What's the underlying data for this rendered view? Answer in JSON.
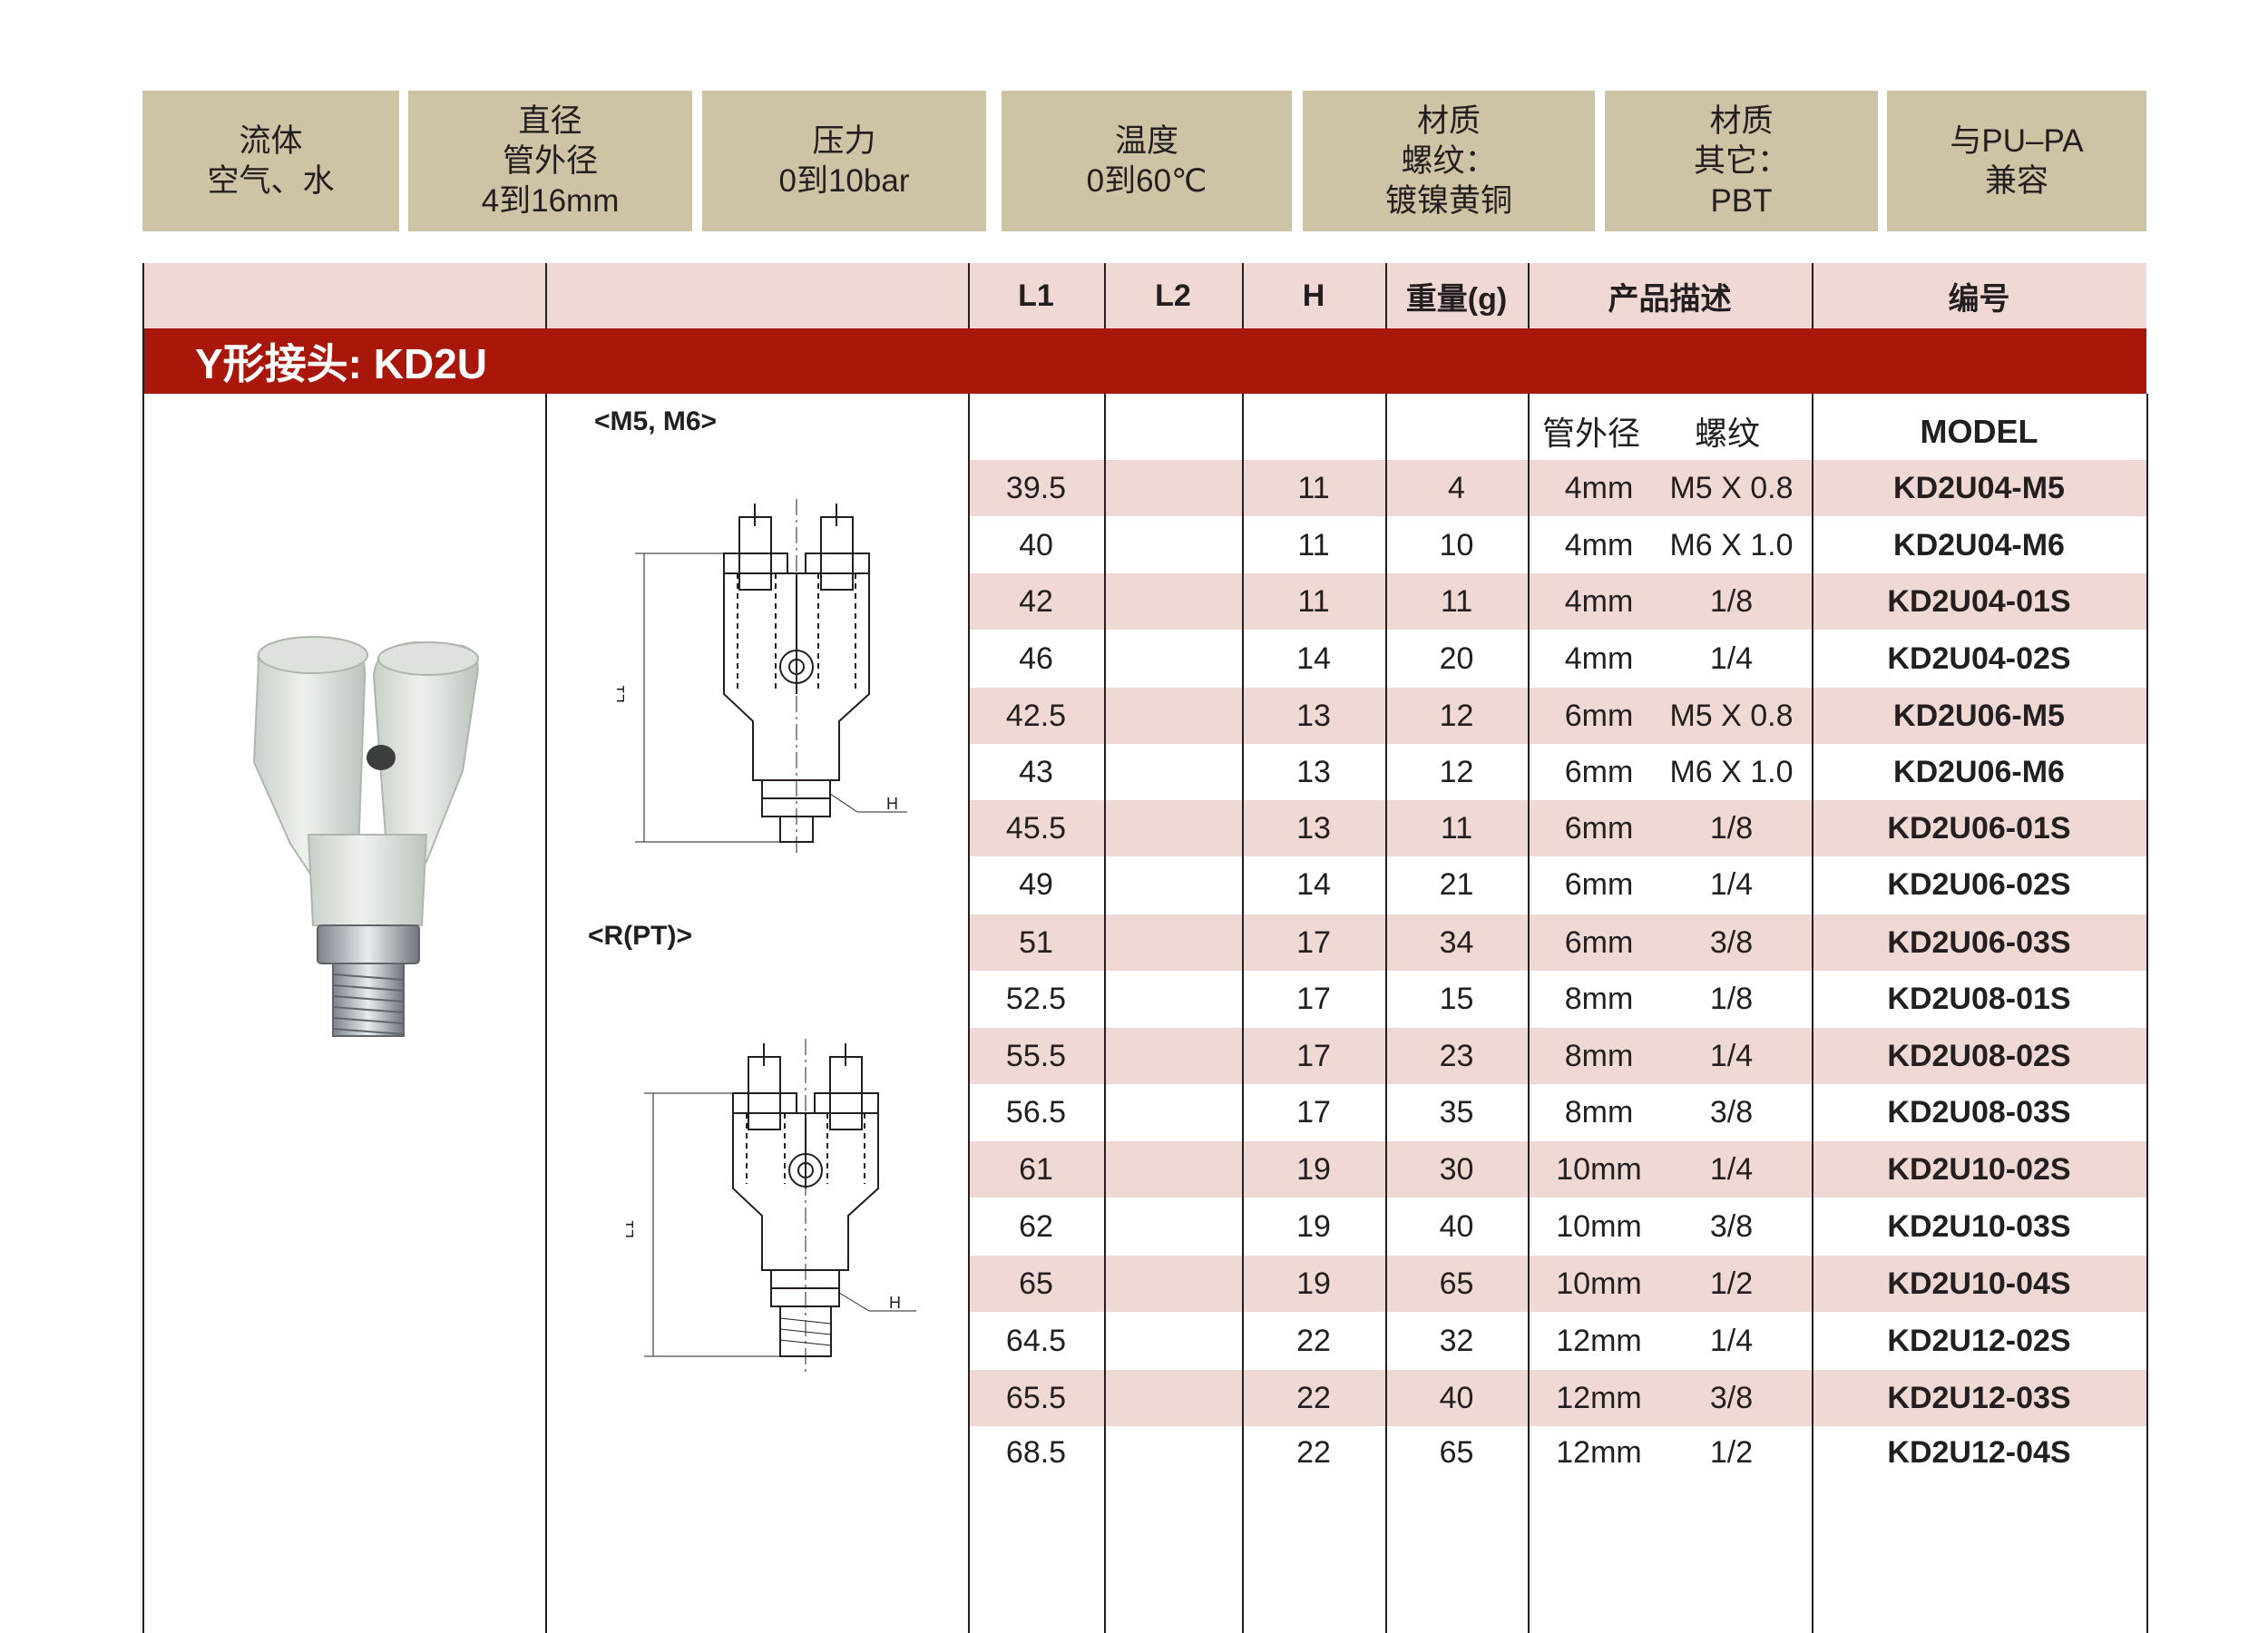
{
  "specs": [
    {
      "lines": [
        "流体",
        "空气、水"
      ]
    },
    {
      "lines": [
        "直径",
        "管外径",
        "4到16mm"
      ]
    },
    {
      "lines": [
        "压力",
        "0到10bar"
      ]
    },
    {
      "lines": [
        "温度",
        "0到60℃"
      ]
    },
    {
      "lines": [
        "材质",
        "螺纹：",
        "镀镍黄铜"
      ]
    },
    {
      "lines": [
        "材质",
        "其它：",
        "PBT"
      ]
    },
    {
      "lines": [
        "与PU–PA",
        "兼容"
      ]
    }
  ],
  "columns": {
    "l1": "L1",
    "l2": "L2",
    "h": "H",
    "weight": "重量(g)",
    "description": "产品描述",
    "code": "编号"
  },
  "title": "Y形接头: KD2U",
  "subheaders": {
    "tube_od": "管外径",
    "thread": "螺纹",
    "model": "MODEL"
  },
  "drawing_labels": {
    "m5_m6": "<M5, M6>",
    "rpt": "<R(PT)>",
    "dim_l1": "L1",
    "dim_h": "H"
  },
  "colors": {
    "spec_bg": "#cfc3a5",
    "stripe": "#f0d8d4",
    "title_bar": "#a8170a"
  },
  "rows": [
    {
      "l1": "39.5",
      "h": "11",
      "weight": "4",
      "tube": "4mm",
      "thread": "M5 X 0.8",
      "model": "KD2U04-M5"
    },
    {
      "l1": "40",
      "h": "11",
      "weight": "10",
      "tube": "4mm",
      "thread": "M6 X 1.0",
      "model": "KD2U04-M6"
    },
    {
      "l1": "42",
      "h": "11",
      "weight": "11",
      "tube": "4mm",
      "thread": "1/8",
      "model": "KD2U04-01S"
    },
    {
      "l1": "46",
      "h": "14",
      "weight": "20",
      "tube": "4mm",
      "thread": "1/4",
      "model": "KD2U04-02S"
    },
    {
      "l1": "42.5",
      "h": "13",
      "weight": "12",
      "tube": "6mm",
      "thread": "M5 X 0.8",
      "model": "KD2U06-M5"
    },
    {
      "l1": "43",
      "h": "13",
      "weight": "12",
      "tube": "6mm",
      "thread": "M6 X 1.0",
      "model": "KD2U06-M6"
    },
    {
      "l1": "45.5",
      "h": "13",
      "weight": "11",
      "tube": "6mm",
      "thread": "1/8",
      "model": "KD2U06-01S"
    },
    {
      "l1": "49",
      "h": "14",
      "weight": "21",
      "tube": "6mm",
      "thread": "1/4",
      "model": "KD2U06-02S"
    },
    {
      "l1": "51",
      "h": "17",
      "weight": "34",
      "tube": "6mm",
      "thread": "3/8",
      "model": "KD2U06-03S"
    },
    {
      "l1": "52.5",
      "h": "17",
      "weight": "15",
      "tube": "8mm",
      "thread": "1/8",
      "model": "KD2U08-01S"
    },
    {
      "l1": "55.5",
      "h": "17",
      "weight": "23",
      "tube": "8mm",
      "thread": "1/4",
      "model": "KD2U08-02S"
    },
    {
      "l1": "56.5",
      "h": "17",
      "weight": "35",
      "tube": "8mm",
      "thread": "3/8",
      "model": "KD2U08-03S"
    },
    {
      "l1": "61",
      "h": "19",
      "weight": "30",
      "tube": "10mm",
      "thread": "1/4",
      "model": "KD2U10-02S"
    },
    {
      "l1": "62",
      "h": "19",
      "weight": "40",
      "tube": "10mm",
      "thread": "3/8",
      "model": "KD2U10-03S"
    },
    {
      "l1": "65",
      "h": "19",
      "weight": "65",
      "tube": "10mm",
      "thread": "1/2",
      "model": "KD2U10-04S"
    },
    {
      "l1": "64.5",
      "h": "22",
      "weight": "32",
      "tube": "12mm",
      "thread": "1/4",
      "model": "KD2U12-02S"
    },
    {
      "l1": "65.5",
      "h": "22",
      "weight": "40",
      "tube": "12mm",
      "thread": "3/8",
      "model": "KD2U12-03S"
    },
    {
      "l1": "68.5",
      "h": "22",
      "weight": "65",
      "tube": "12mm",
      "thread": "1/2",
      "model": "KD2U12-04S"
    }
  ]
}
